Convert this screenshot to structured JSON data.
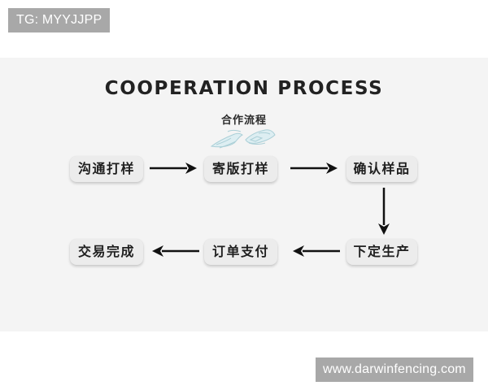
{
  "watermarks": {
    "top_left": "TG: MYYJJPP",
    "bottom_right": "www.darwinfencing.com"
  },
  "header": {
    "title": "COOPERATION PROCESS",
    "subtitle": "合作流程",
    "illustration": "handshake-icon"
  },
  "colors": {
    "panel_bg": "#f4f4f4",
    "step_bg": "#ececec",
    "arrow": "#111111",
    "watermark_bg": "#a8a8a8"
  },
  "steps": [
    {
      "label": "沟通打样",
      "order": 1
    },
    {
      "label": "寄版打样",
      "order": 2
    },
    {
      "label": "确认样品",
      "order": 3
    },
    {
      "label": "下定生产",
      "order": 4
    },
    {
      "label": "订单支付",
      "order": 5
    },
    {
      "label": "交易完成",
      "order": 6
    }
  ],
  "arrows": [
    {
      "from": 1,
      "to": 2,
      "direction": "right"
    },
    {
      "from": 2,
      "to": 3,
      "direction": "right"
    },
    {
      "from": 3,
      "to": 4,
      "direction": "down"
    },
    {
      "from": 4,
      "to": 5,
      "direction": "left"
    },
    {
      "from": 5,
      "to": 6,
      "direction": "left"
    }
  ]
}
